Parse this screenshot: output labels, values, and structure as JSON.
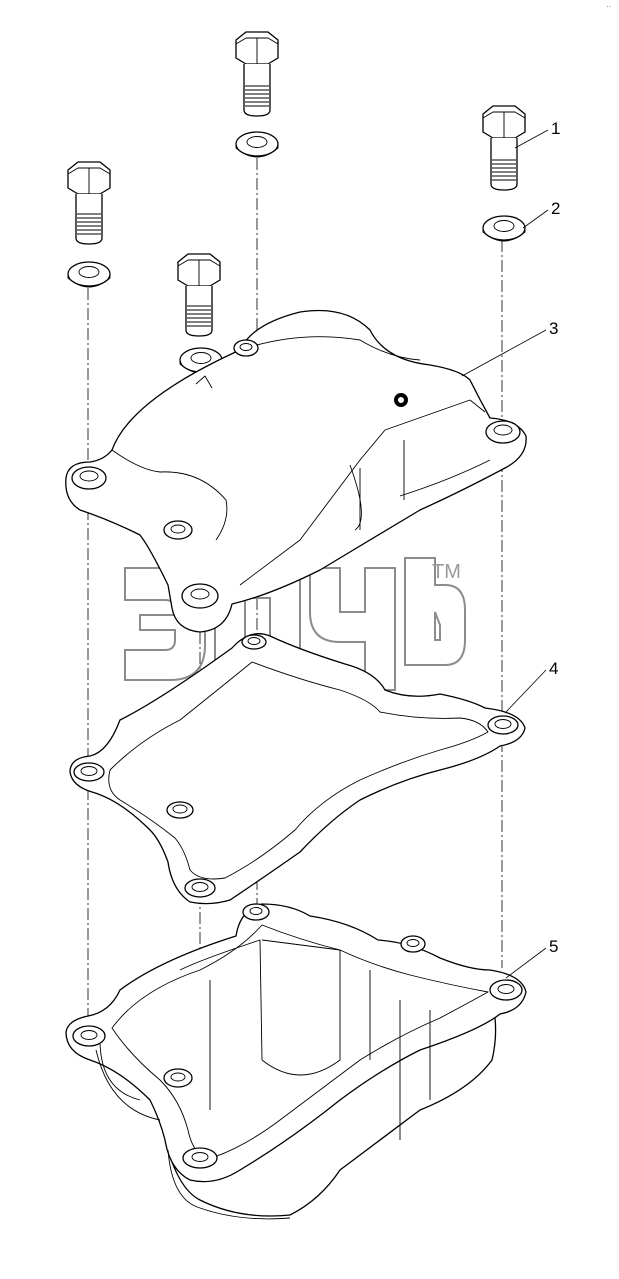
{
  "diagram": {
    "callouts": [
      {
        "id": "1",
        "part": "bolt"
      },
      {
        "id": "2",
        "part": "washer"
      },
      {
        "id": "3",
        "part": "cover"
      },
      {
        "id": "4",
        "part": "gasket"
      },
      {
        "id": "5",
        "part": "housing"
      }
    ],
    "watermark": {
      "trademark": "TM"
    },
    "corner_mark": "··"
  },
  "colors": {
    "line": "#000000",
    "watermark": "#8c8c8c",
    "background": "#ffffff"
  }
}
